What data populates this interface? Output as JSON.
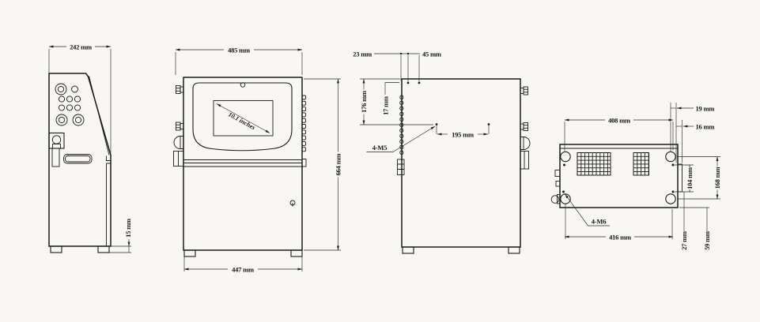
{
  "page": {
    "background": "#f8f7f4",
    "ink": "#1b1b1b"
  },
  "views": {
    "profile": {
      "dim_width": "242 mm",
      "dim_foot": "15 mm"
    },
    "front": {
      "dim_width_top": "485 mm",
      "screen_size": "10.1 inches",
      "dim_height": "664 mm",
      "dim_width_bottom": "447 mm"
    },
    "side": {
      "dim_offset_a": "23 mm",
      "dim_offset_b": "45 mm",
      "dim_height_a": "176 mm",
      "dim_height_b": "17 mm",
      "thread_note": "4-M5",
      "dim_spacing": "195 mm"
    },
    "top": {
      "dim_width_top": "408 mm",
      "dim_edge_a": "19 mm",
      "dim_edge_b": "16 mm",
      "dim_holes_v": "104 mm",
      "dim_feet_v": "168 mm",
      "thread_note": "4-M6",
      "dim_width_bottom": "416 mm",
      "dim_edge_c": "27 mm",
      "dim_edge_d": "59 mm"
    }
  }
}
